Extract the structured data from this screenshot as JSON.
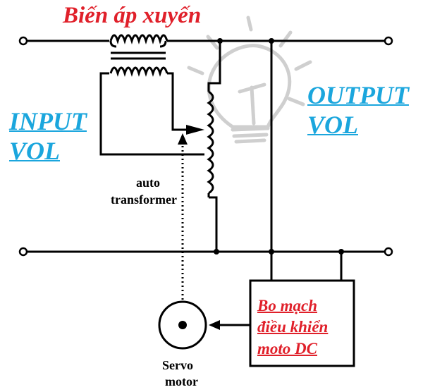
{
  "title": "Biến áp xuyến",
  "input_label": [
    "INPUT",
    "VOL"
  ],
  "output_label": [
    "OUTPUT",
    "VOL"
  ],
  "autotransformer_label": [
    "auto",
    "transformer"
  ],
  "servo_label": [
    "Servo",
    "motor"
  ],
  "control_board_label": [
    "Bo mạch",
    "điều khiển",
    "moto DC"
  ],
  "colors": {
    "title": "#e0202a",
    "io_label": "#1ba6dd",
    "board_label": "#e0202a",
    "bulb": "#c8c8c8",
    "wire": "#000000"
  },
  "icons": [
    "light-bulb-icon",
    "servo-motor-icon"
  ]
}
